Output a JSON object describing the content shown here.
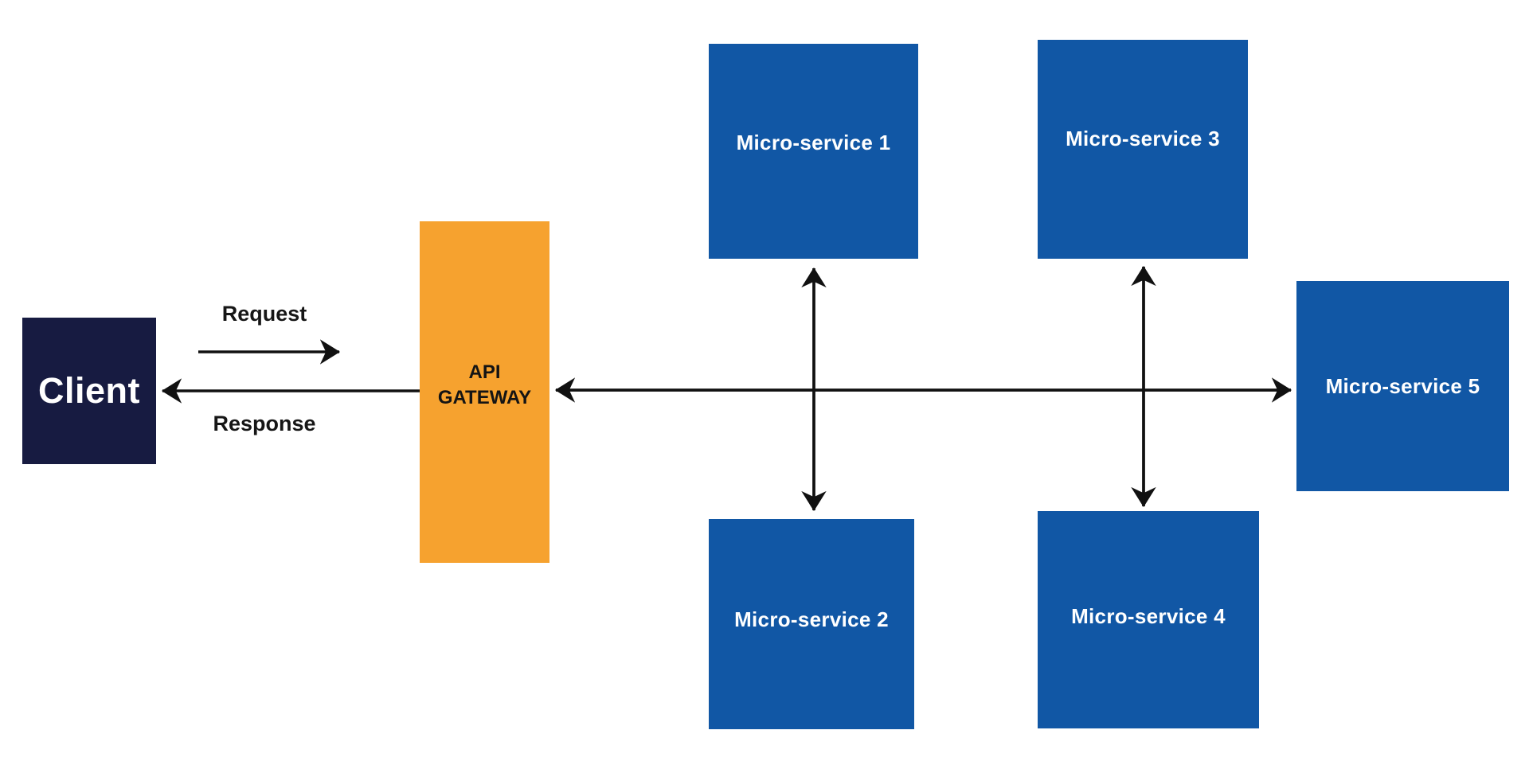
{
  "diagram": {
    "background_color": "#ffffff",
    "arrow_color": "#111111",
    "nodes": {
      "client": {
        "label": "Client",
        "color": "#171b41",
        "text_color": "#ffffff"
      },
      "api_gateway": {
        "label": "API\nGATEWAY",
        "color": "#f6a22f",
        "text_color": "#141414"
      },
      "microservice_1": {
        "label": "Micro-service 1",
        "color": "#1157a5",
        "text_color": "#ffffff"
      },
      "microservice_2": {
        "label": "Micro-service 2",
        "color": "#1157a5",
        "text_color": "#ffffff"
      },
      "microservice_3": {
        "label": "Micro-service 3",
        "color": "#1157a5",
        "text_color": "#ffffff"
      },
      "microservice_4": {
        "label": "Micro-service 4",
        "color": "#1157a5",
        "text_color": "#ffffff"
      },
      "microservice_5": {
        "label": "Micro-service 5",
        "color": "#1157a5",
        "text_color": "#ffffff"
      }
    },
    "edge_labels": {
      "request": "Request",
      "response": "Response"
    },
    "edges": [
      {
        "from": "client",
        "to": "api_gateway",
        "type": "one-way",
        "label": "Request"
      },
      {
        "from": "api_gateway",
        "to": "client",
        "type": "one-way",
        "label": "Response"
      },
      {
        "from": "api_gateway",
        "to": "microservice_5",
        "type": "two-way"
      },
      {
        "from": "microservice_1",
        "to": "microservice_2",
        "type": "two-way"
      },
      {
        "from": "microservice_3",
        "to": "microservice_4",
        "type": "two-way"
      }
    ]
  }
}
